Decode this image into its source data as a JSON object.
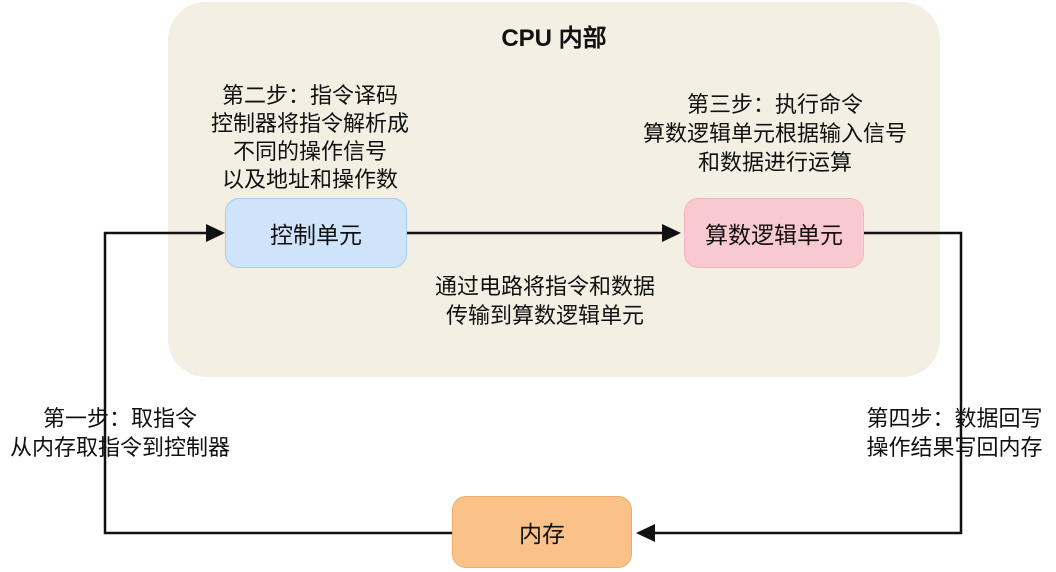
{
  "diagram": {
    "title": "CPU 内部",
    "nodes": {
      "control_unit": {
        "label": "控制单元",
        "fill": "#cfe3fa",
        "border": "#a9cdf1"
      },
      "alu": {
        "label": "算数逻辑单元",
        "fill": "#f9c9d0",
        "border": "#f3b6c0"
      },
      "memory": {
        "label": "内存",
        "fill": "#fac189",
        "border": "#f0ab68"
      }
    },
    "annotations": {
      "step2": {
        "lines": [
          "第二步：指令译码",
          "控制器将指令解析成",
          "不同的操作信号",
          "以及地址和操作数"
        ]
      },
      "step3": {
        "lines": [
          "第三步：执行命令",
          "算数逻辑单元根据输入信号",
          "和数据进行运算"
        ]
      },
      "bus": {
        "lines": [
          "通过电路将指令和数据",
          "传输到算数逻辑单元"
        ]
      },
      "step1": {
        "lines": [
          "第一步：取指令",
          "从内存取指令到控制器"
        ]
      },
      "step4": {
        "lines": [
          "第四步：数据回写",
          "操作结果写回内存"
        ]
      }
    },
    "colors": {
      "page_bg": "#ffffff",
      "cpu_container_bg": "#f4efe3",
      "arrow": "#111111",
      "text": "#111111"
    }
  }
}
